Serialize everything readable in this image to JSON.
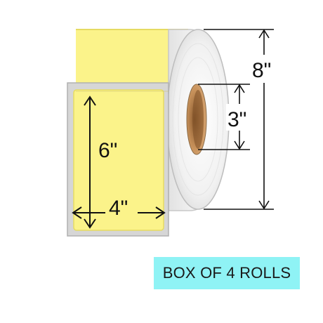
{
  "dimensions": {
    "outer_diameter": "8\"",
    "core_diameter": "3\"",
    "label_height": "6\"",
    "label_width": "4\""
  },
  "badge": {
    "text": "BOX OF 4 ROLLS"
  },
  "colors": {
    "label": "#fbf38a",
    "label_edge": "#e6db62",
    "liner": "#d6d6d6",
    "liner_edge": "#b0b0b0",
    "roll_face": "#f1f1f1",
    "core": "#c9935c",
    "badge": "#8ff3f5",
    "dimension_lines": "#111111"
  }
}
